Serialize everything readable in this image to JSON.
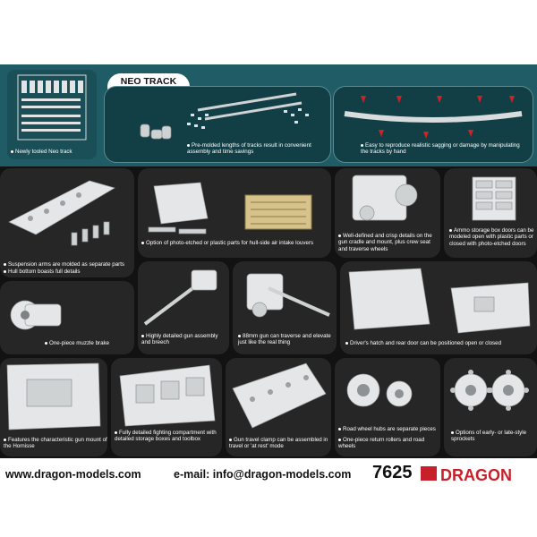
{
  "neo_track": {
    "title_line1": "NEO TRACK",
    "title_line2": "features",
    "newly_tooled": "Newly tooled Neo track",
    "pre_molded": "Pre-molded lengths of tracks result in convenient assembly and time savings",
    "sagging": "Easy to reproduce realistic sagging or damage by manipulating the tracks by hand"
  },
  "captions": {
    "suspension": "Suspension arms are molded as separate parts",
    "hull_bottom": "Hull bottom boasts full details",
    "photo_etched": "Option of photo-etched or plastic parts for hull-side air intake louvers",
    "gun_cradle": "Well-defined and crisp details on the gun cradle and mount, plus crew seat and traverse wheels",
    "ammo_storage": "Ammo storage box doors can be modeled open with plastic parts or closed with photo-etched doors",
    "muzzle_brake": "One-piece muzzle brake",
    "gun_assembly": "Highly detailed gun assembly and breech",
    "gun_traverse": "88mm gun can traverse and elevate just like the real thing",
    "drivers_hatch": "Driver's hatch and rear door can be positioned open or closed",
    "gun_mount": "Features the characteristic gun mount of the Hornisse",
    "fighting_compartment": "Fully detailed fighting compartment with detailed storage boxes and toolbox",
    "travel_clamp": "Gun travel clamp can be assembled in travel or 'at rest' mode",
    "road_wheel_hubs": "Road wheel hubs are separate pieces",
    "return_rollers": "One-piece return rollers and road wheels",
    "sprockets": "Options of early- or late-style sprockets"
  },
  "footer": {
    "website": "www.dragon-models.com",
    "email": "e-mail: info@dragon-models.com",
    "kit_number": "7625",
    "brand": "DRAGON"
  }
}
